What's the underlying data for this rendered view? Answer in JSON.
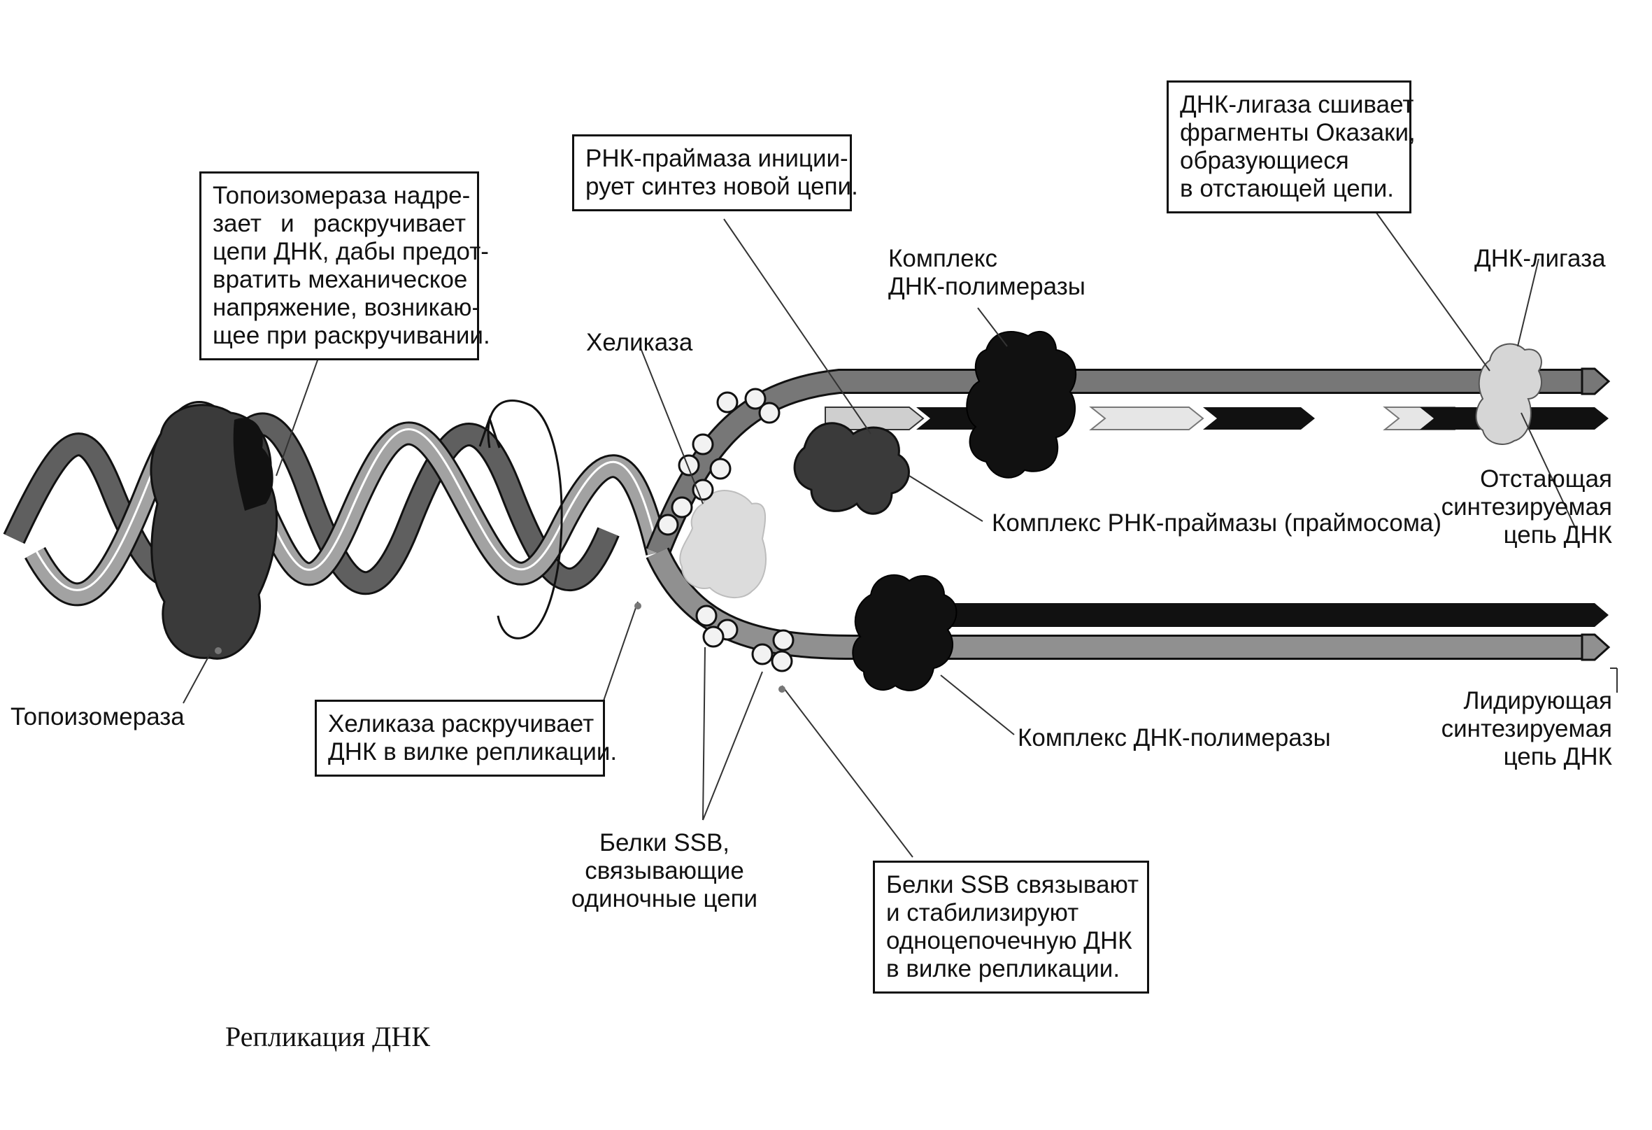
{
  "colors": {
    "strand_dark": "#5f5f5f",
    "strand_light": "#a2a2a2",
    "protein_dark": "#3a3a3a",
    "protein_black": "#101010",
    "protein_light": "#d6d6d6",
    "ssb": "#f2f2f2"
  },
  "boxes": {
    "topoisomerase_desc": {
      "lines": [
        "Топоизомераза надре-",
        "зает и раскручивает",
        "цепи ДНК, дабы предот-",
        "вратить механическое",
        "напряжение, возникаю-",
        "щее при раскручивании."
      ]
    },
    "primase_desc": {
      "lines": [
        "РНК-праймаза иниции-",
        "рует синтез новой цепи."
      ]
    },
    "ligase_desc": {
      "lines": [
        "ДНК-лигаза сшивает",
        "фрагменты Оказаки,",
        "образующиеся",
        "в отстающей цепи."
      ]
    },
    "helicase_desc": {
      "lines": [
        "Хеликаза раскручивает",
        "ДНК в вилке репликации."
      ]
    },
    "ssb_desc": {
      "lines": [
        "Белки SSB связывают",
        "и стабилизируют",
        "одноцепочечную ДНК",
        "в вилке репликации."
      ]
    }
  },
  "labels": {
    "topoisomerase": "Топоизомераза",
    "helicase": "Хеликаза",
    "polymerase_top": [
      "Комплекс",
      "ДНК-полимеразы"
    ],
    "ligase": "ДНК-лигаза",
    "primosome": "Комплекс РНК-праймазы (праймосома)",
    "lagging": [
      "Отстающая",
      "синтезируемая",
      "цепь ДНК"
    ],
    "leading": [
      "Лидирующая",
      "синтезируемая",
      "цепь ДНК"
    ],
    "polymerase_bottom": "Комплекс ДНК-полимеразы",
    "ssb_proteins": [
      "Белки SSB,",
      "связывающие",
      "одиночные цепи"
    ]
  },
  "caption": "Репликация ДНК"
}
